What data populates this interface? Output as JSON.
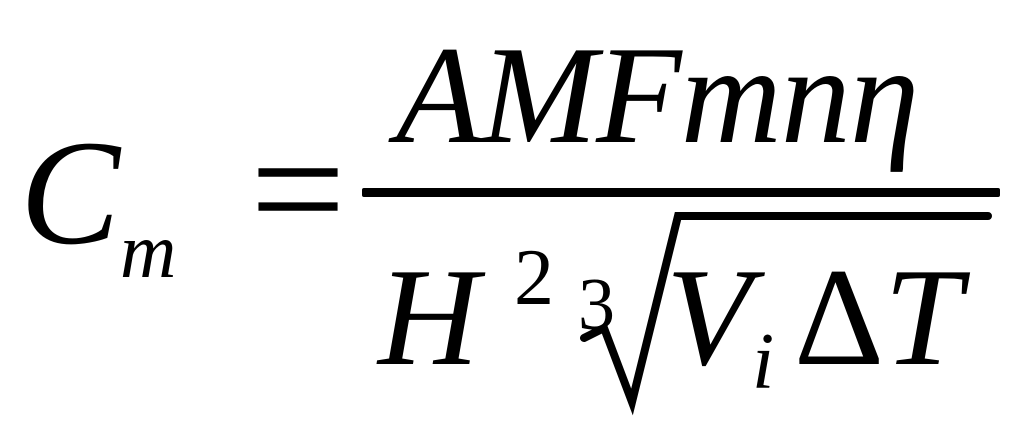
{
  "formula": {
    "lhs": {
      "symbol": "C",
      "subscript": "m"
    },
    "relation": "=",
    "numerator": "AMFmnη",
    "denominator": {
      "base": "H",
      "exponent": "2",
      "root_index": "3",
      "radicand": {
        "v": "V",
        "v_subscript": "i",
        "delta": "Δ",
        "t": "T"
      }
    }
  }
}
